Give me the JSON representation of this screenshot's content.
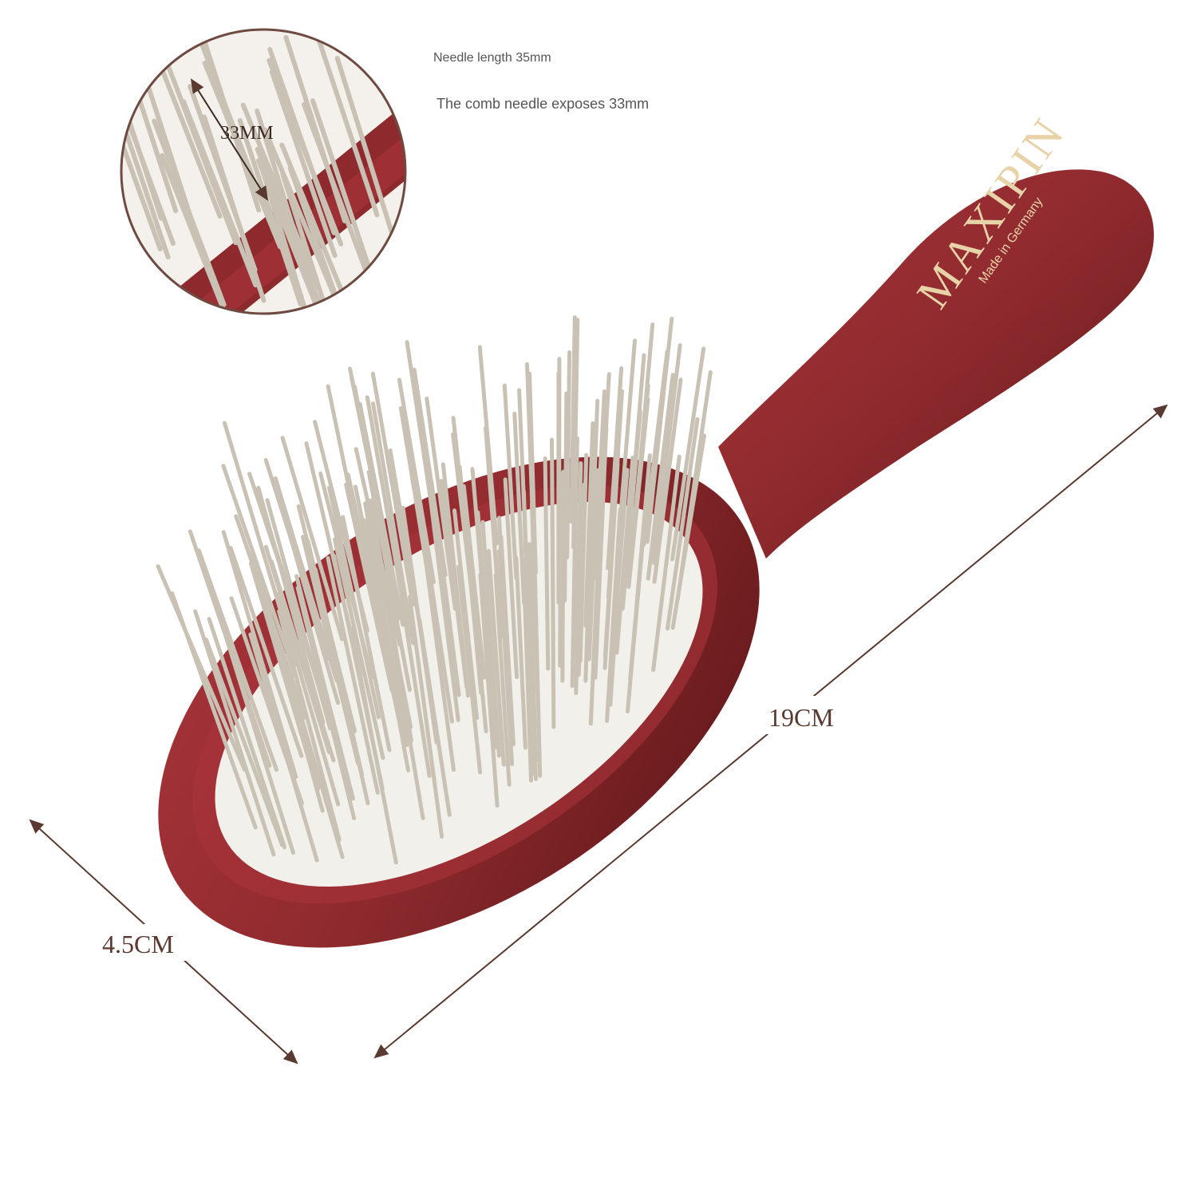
{
  "captions": {
    "needle_length": "Needle length 35mm",
    "needle_exposed": "The comb needle exposes 33mm"
  },
  "dimensions": {
    "inset_length": "33MM",
    "total_length": "19CM",
    "width": "4.5CM"
  },
  "brush": {
    "brand": "MAXIPIN",
    "origin": "Made in Germany"
  },
  "colors": {
    "wood": "#8e2a2e",
    "wood_dark": "#5e1719",
    "cushion": "#f2f0ea",
    "pin": "#c9c2b4",
    "arrow": "#5a3a30",
    "inset_border": "#6e4a40"
  }
}
